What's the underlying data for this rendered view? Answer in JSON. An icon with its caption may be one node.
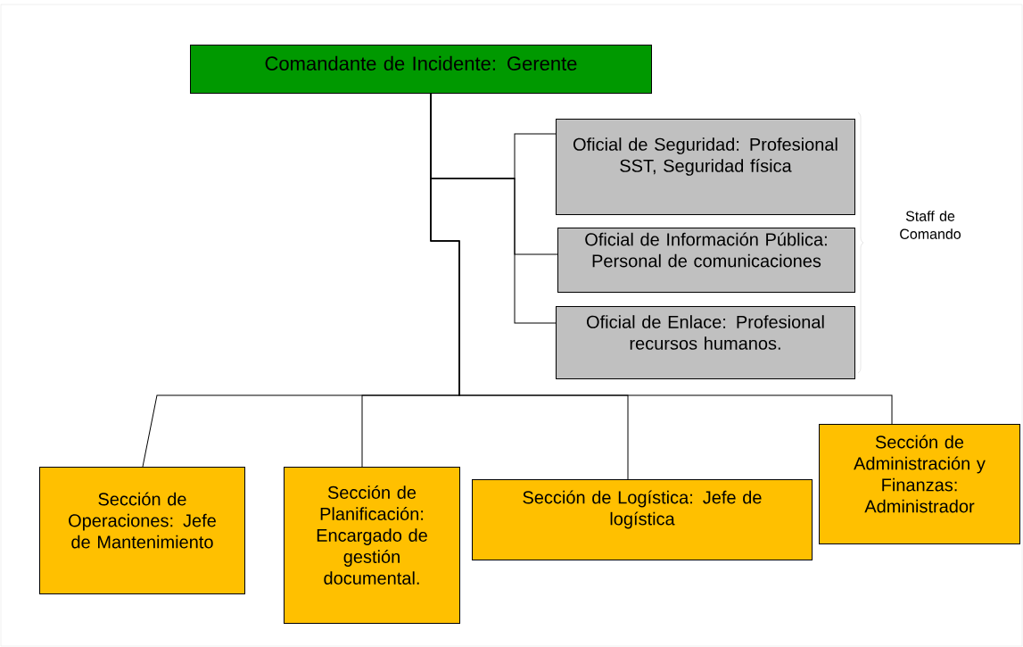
{
  "diagram": {
    "nodes": [
      {
        "text": [
          "Comandante de Incidente: Gerente"
        ]
      },
      {
        "text": [
          "Oficial de Seguridad: Profesional SST, Seguridad física"
        ]
      },
      {
        "text": [
          "Oficial de Información Pública: Personal de comunicaciones"
        ]
      },
      {
        "text": [
          "Oficial de Enlace: Profesional recursos humanos."
        ]
      },
      {
        "text": [
          "Sección de Operaciones: Jefe de Mantenimiento"
        ]
      },
      {
        "text": [
          "Sección de Planificación: Encargado de gestión documental."
        ]
      },
      {
        "text": [
          "Sección de Logística: Jefe de logística"
        ]
      },
      {
        "text": [
          "Sección de Administración y Finanzas: Administrador"
        ]
      }
    ],
    "edges": [
      {
        "from": 0,
        "to": 1,
        "arrow": "none"
      },
      {
        "from": 0,
        "to": 2,
        "arrow": "none"
      },
      {
        "from": 0,
        "to": 3,
        "arrow": "none"
      },
      {
        "from": 0,
        "to": 4,
        "arrow": "none"
      },
      {
        "from": 0,
        "to": 5,
        "arrow": "none"
      },
      {
        "from": 0,
        "to": 6,
        "arrow": "none"
      },
      {
        "from": 0,
        "to": 7,
        "arrow": "none"
      }
    ],
    "labels": [
      "Staff de Comando"
    ]
  }
}
